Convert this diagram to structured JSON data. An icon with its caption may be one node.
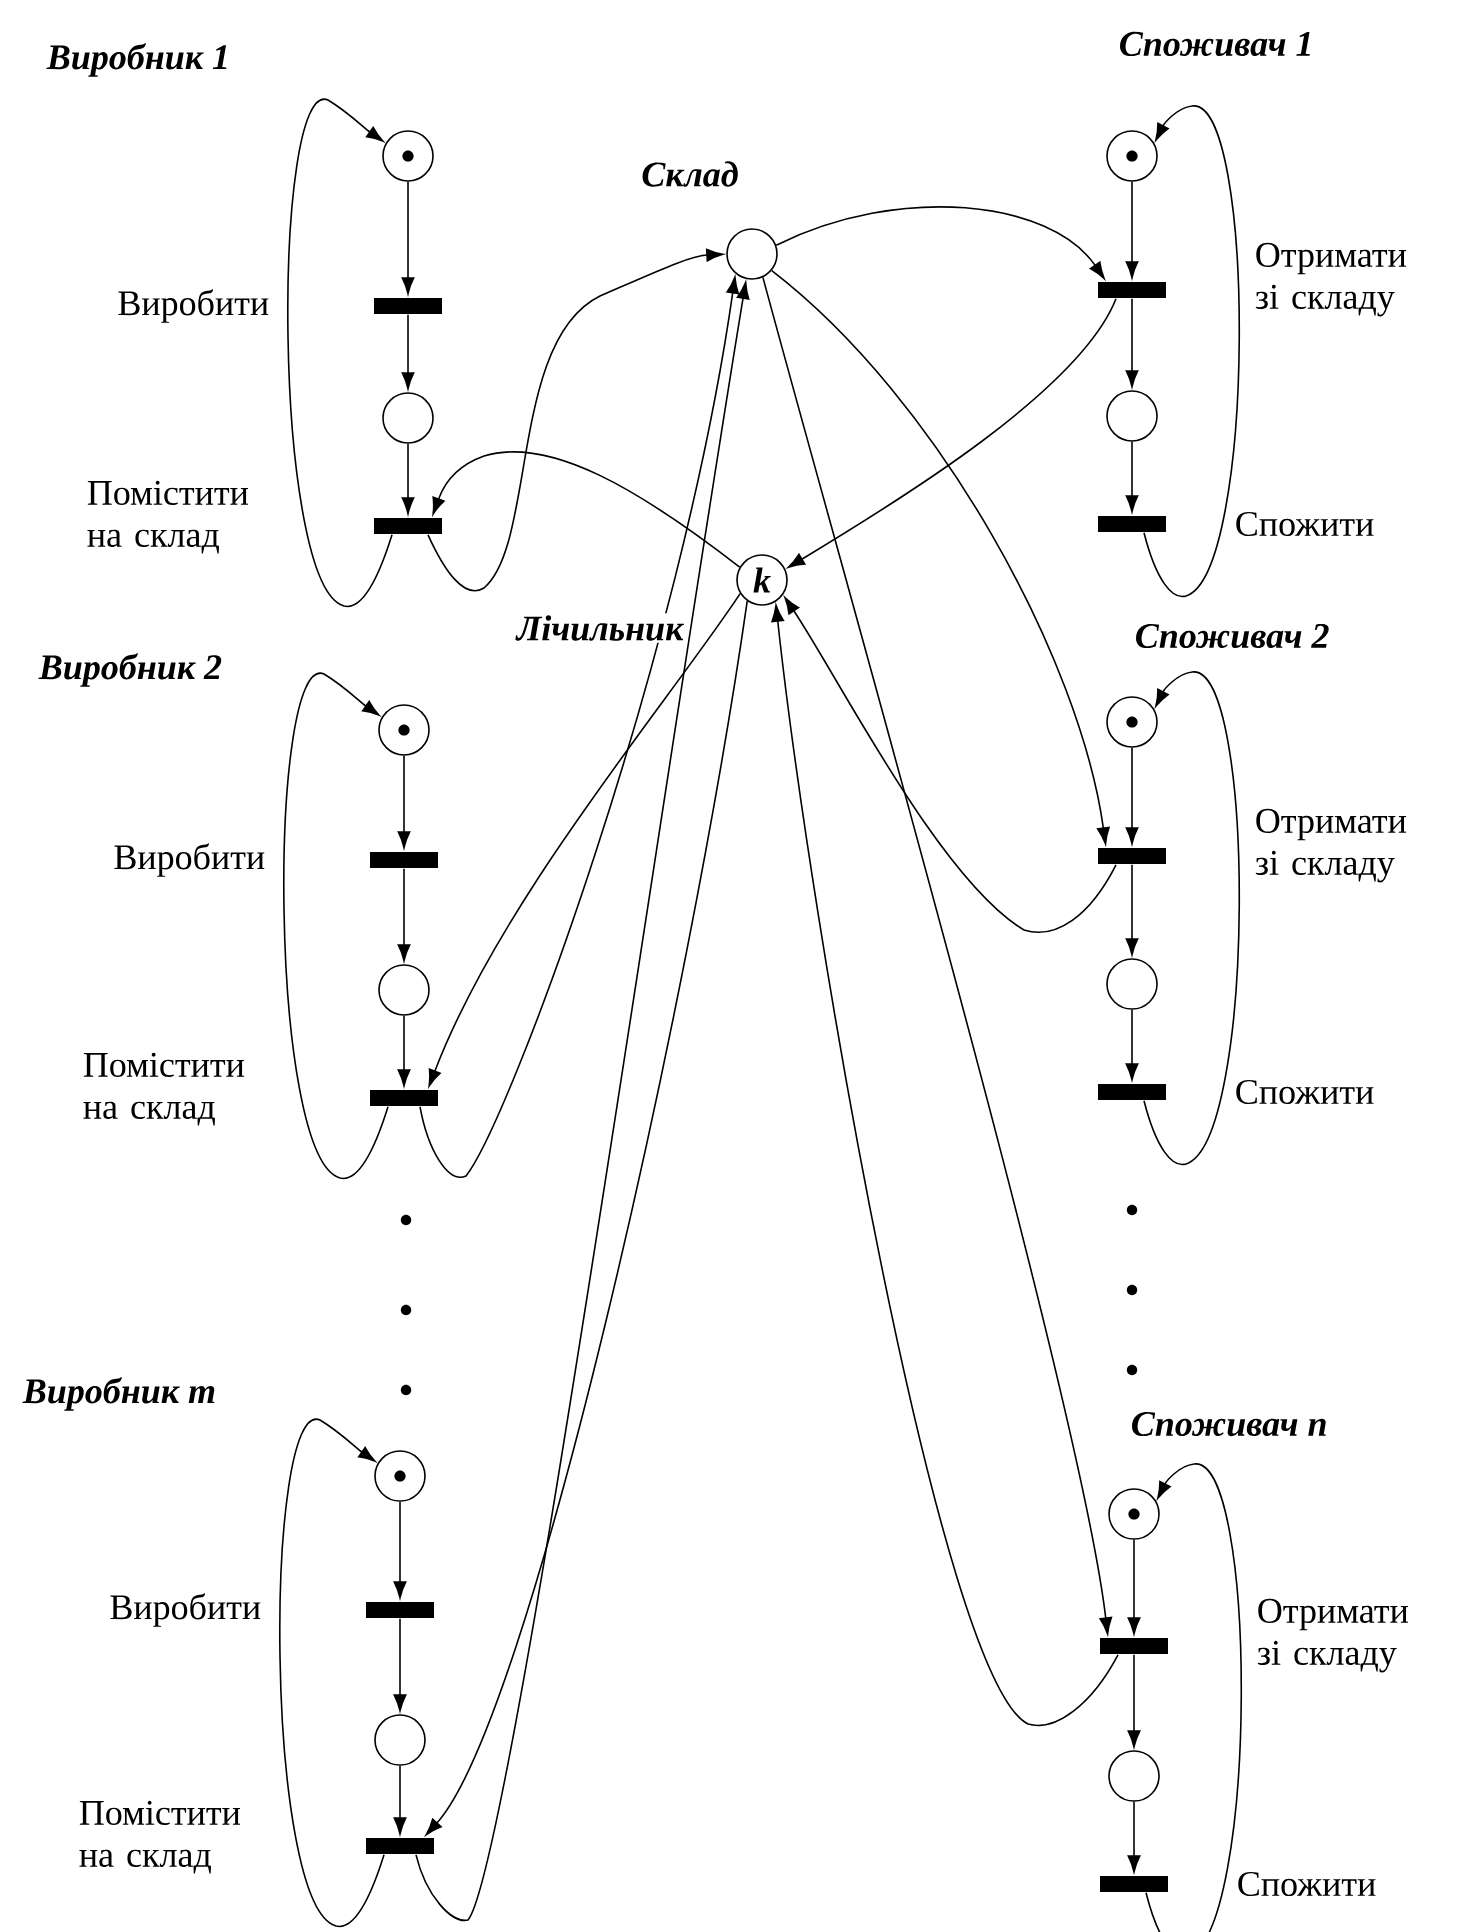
{
  "diagram": {
    "nodes": [
      {
        "text": [],
        "shape": "circle",
        "beside": [
          "Склад"
        ]
      },
      {
        "text": [
          "k"
        ],
        "beside": [
          "Лічильник"
        ]
      },
      {
        "text": [],
        "shape": "circle"
      },
      {
        "text": [],
        "shape": "bar",
        "beside": [
          "Виробити"
        ]
      },
      {
        "text": [],
        "shape": "circle"
      },
      {
        "text": [],
        "shape": "bar",
        "beside": [
          "Помістити на склад"
        ]
      },
      {
        "text": [],
        "shape": "circle"
      },
      {
        "text": [],
        "shape": "bar",
        "beside": [
          "Виробити"
        ]
      },
      {
        "text": [],
        "shape": "circle"
      },
      {
        "text": [],
        "shape": "bar",
        "beside": [
          "Помістити на склад"
        ]
      },
      {
        "text": [],
        "shape": "circle"
      },
      {
        "text": [],
        "shape": "bar",
        "beside": [
          "Виробити"
        ]
      },
      {
        "text": [],
        "shape": "circle"
      },
      {
        "text": [],
        "shape": "bar",
        "beside": [
          "Помістити на склад"
        ]
      },
      {
        "text": [],
        "shape": "circle"
      },
      {
        "text": [],
        "shape": "bar",
        "beside": [
          "Отримати зі складу"
        ]
      },
      {
        "text": [],
        "shape": "circle"
      },
      {
        "text": [],
        "shape": "bar",
        "beside": [
          "Спожити"
        ]
      },
      {
        "text": [],
        "shape": "circle"
      },
      {
        "text": [],
        "shape": "bar",
        "beside": [
          "Отримати зі складу"
        ]
      },
      {
        "text": [],
        "shape": "circle"
      },
      {
        "text": [],
        "shape": "bar",
        "beside": [
          "Спожити"
        ]
      },
      {
        "text": [],
        "shape": "circle"
      },
      {
        "text": [],
        "shape": "bar",
        "beside": [
          "Отримати зі складу"
        ]
      },
      {
        "text": [],
        "shape": "circle"
      },
      {
        "text": [],
        "shape": "bar",
        "beside": [
          "Спожити"
        ]
      }
    ],
    "edges": [
      {
        "from": 2,
        "to": 3,
        "arrow": "to"
      },
      {
        "from": 3,
        "to": 4,
        "arrow": "to"
      },
      {
        "from": 4,
        "to": 5,
        "arrow": "to"
      },
      {
        "from": 5,
        "to": 2,
        "arrow": "to"
      },
      {
        "from": 5,
        "to": 0,
        "arrow": "to"
      },
      {
        "from": 1,
        "to": 5,
        "arrow": "to"
      },
      {
        "from": 6,
        "to": 7,
        "arrow": "to"
      },
      {
        "from": 7,
        "to": 8,
        "arrow": "to"
      },
      {
        "from": 8,
        "to": 9,
        "arrow": "to"
      },
      {
        "from": 9,
        "to": 6,
        "arrow": "to"
      },
      {
        "from": 9,
        "to": 0,
        "arrow": "to"
      },
      {
        "from": 1,
        "to": 9,
        "arrow": "to"
      },
      {
        "from": 10,
        "to": 11,
        "arrow": "to"
      },
      {
        "from": 11,
        "to": 12,
        "arrow": "to"
      },
      {
        "from": 12,
        "to": 13,
        "arrow": "to"
      },
      {
        "from": 13,
        "to": 10,
        "arrow": "to"
      },
      {
        "from": 13,
        "to": 0,
        "arrow": "to"
      },
      {
        "from": 1,
        "to": 13,
        "arrow": "to"
      },
      {
        "from": 14,
        "to": 15,
        "arrow": "to"
      },
      {
        "from": 15,
        "to": 16,
        "arrow": "to"
      },
      {
        "from": 16,
        "to": 17,
        "arrow": "to"
      },
      {
        "from": 17,
        "to": 14,
        "arrow": "to"
      },
      {
        "from": 0,
        "to": 15,
        "arrow": "to"
      },
      {
        "from": 15,
        "to": 1,
        "arrow": "to"
      },
      {
        "from": 18,
        "to": 19,
        "arrow": "to"
      },
      {
        "from": 19,
        "to": 20,
        "arrow": "to"
      },
      {
        "from": 20,
        "to": 21,
        "arrow": "to"
      },
      {
        "from": 21,
        "to": 18,
        "arrow": "to"
      },
      {
        "from": 0,
        "to": 19,
        "arrow": "to"
      },
      {
        "from": 19,
        "to": 1,
        "arrow": "to"
      },
      {
        "from": 22,
        "to": 23,
        "arrow": "to"
      },
      {
        "from": 23,
        "to": 24,
        "arrow": "to"
      },
      {
        "from": 24,
        "to": 25,
        "arrow": "to"
      },
      {
        "from": 25,
        "to": 22,
        "arrow": "to"
      },
      {
        "from": 0,
        "to": 23,
        "arrow": "to"
      },
      {
        "from": 23,
        "to": 1,
        "arrow": "to"
      }
    ],
    "labels": [
      "Виробник 1",
      "Споживач 1",
      "Виробник 2",
      "Споживач 2",
      "Виробник m",
      "Споживач n"
    ]
  }
}
